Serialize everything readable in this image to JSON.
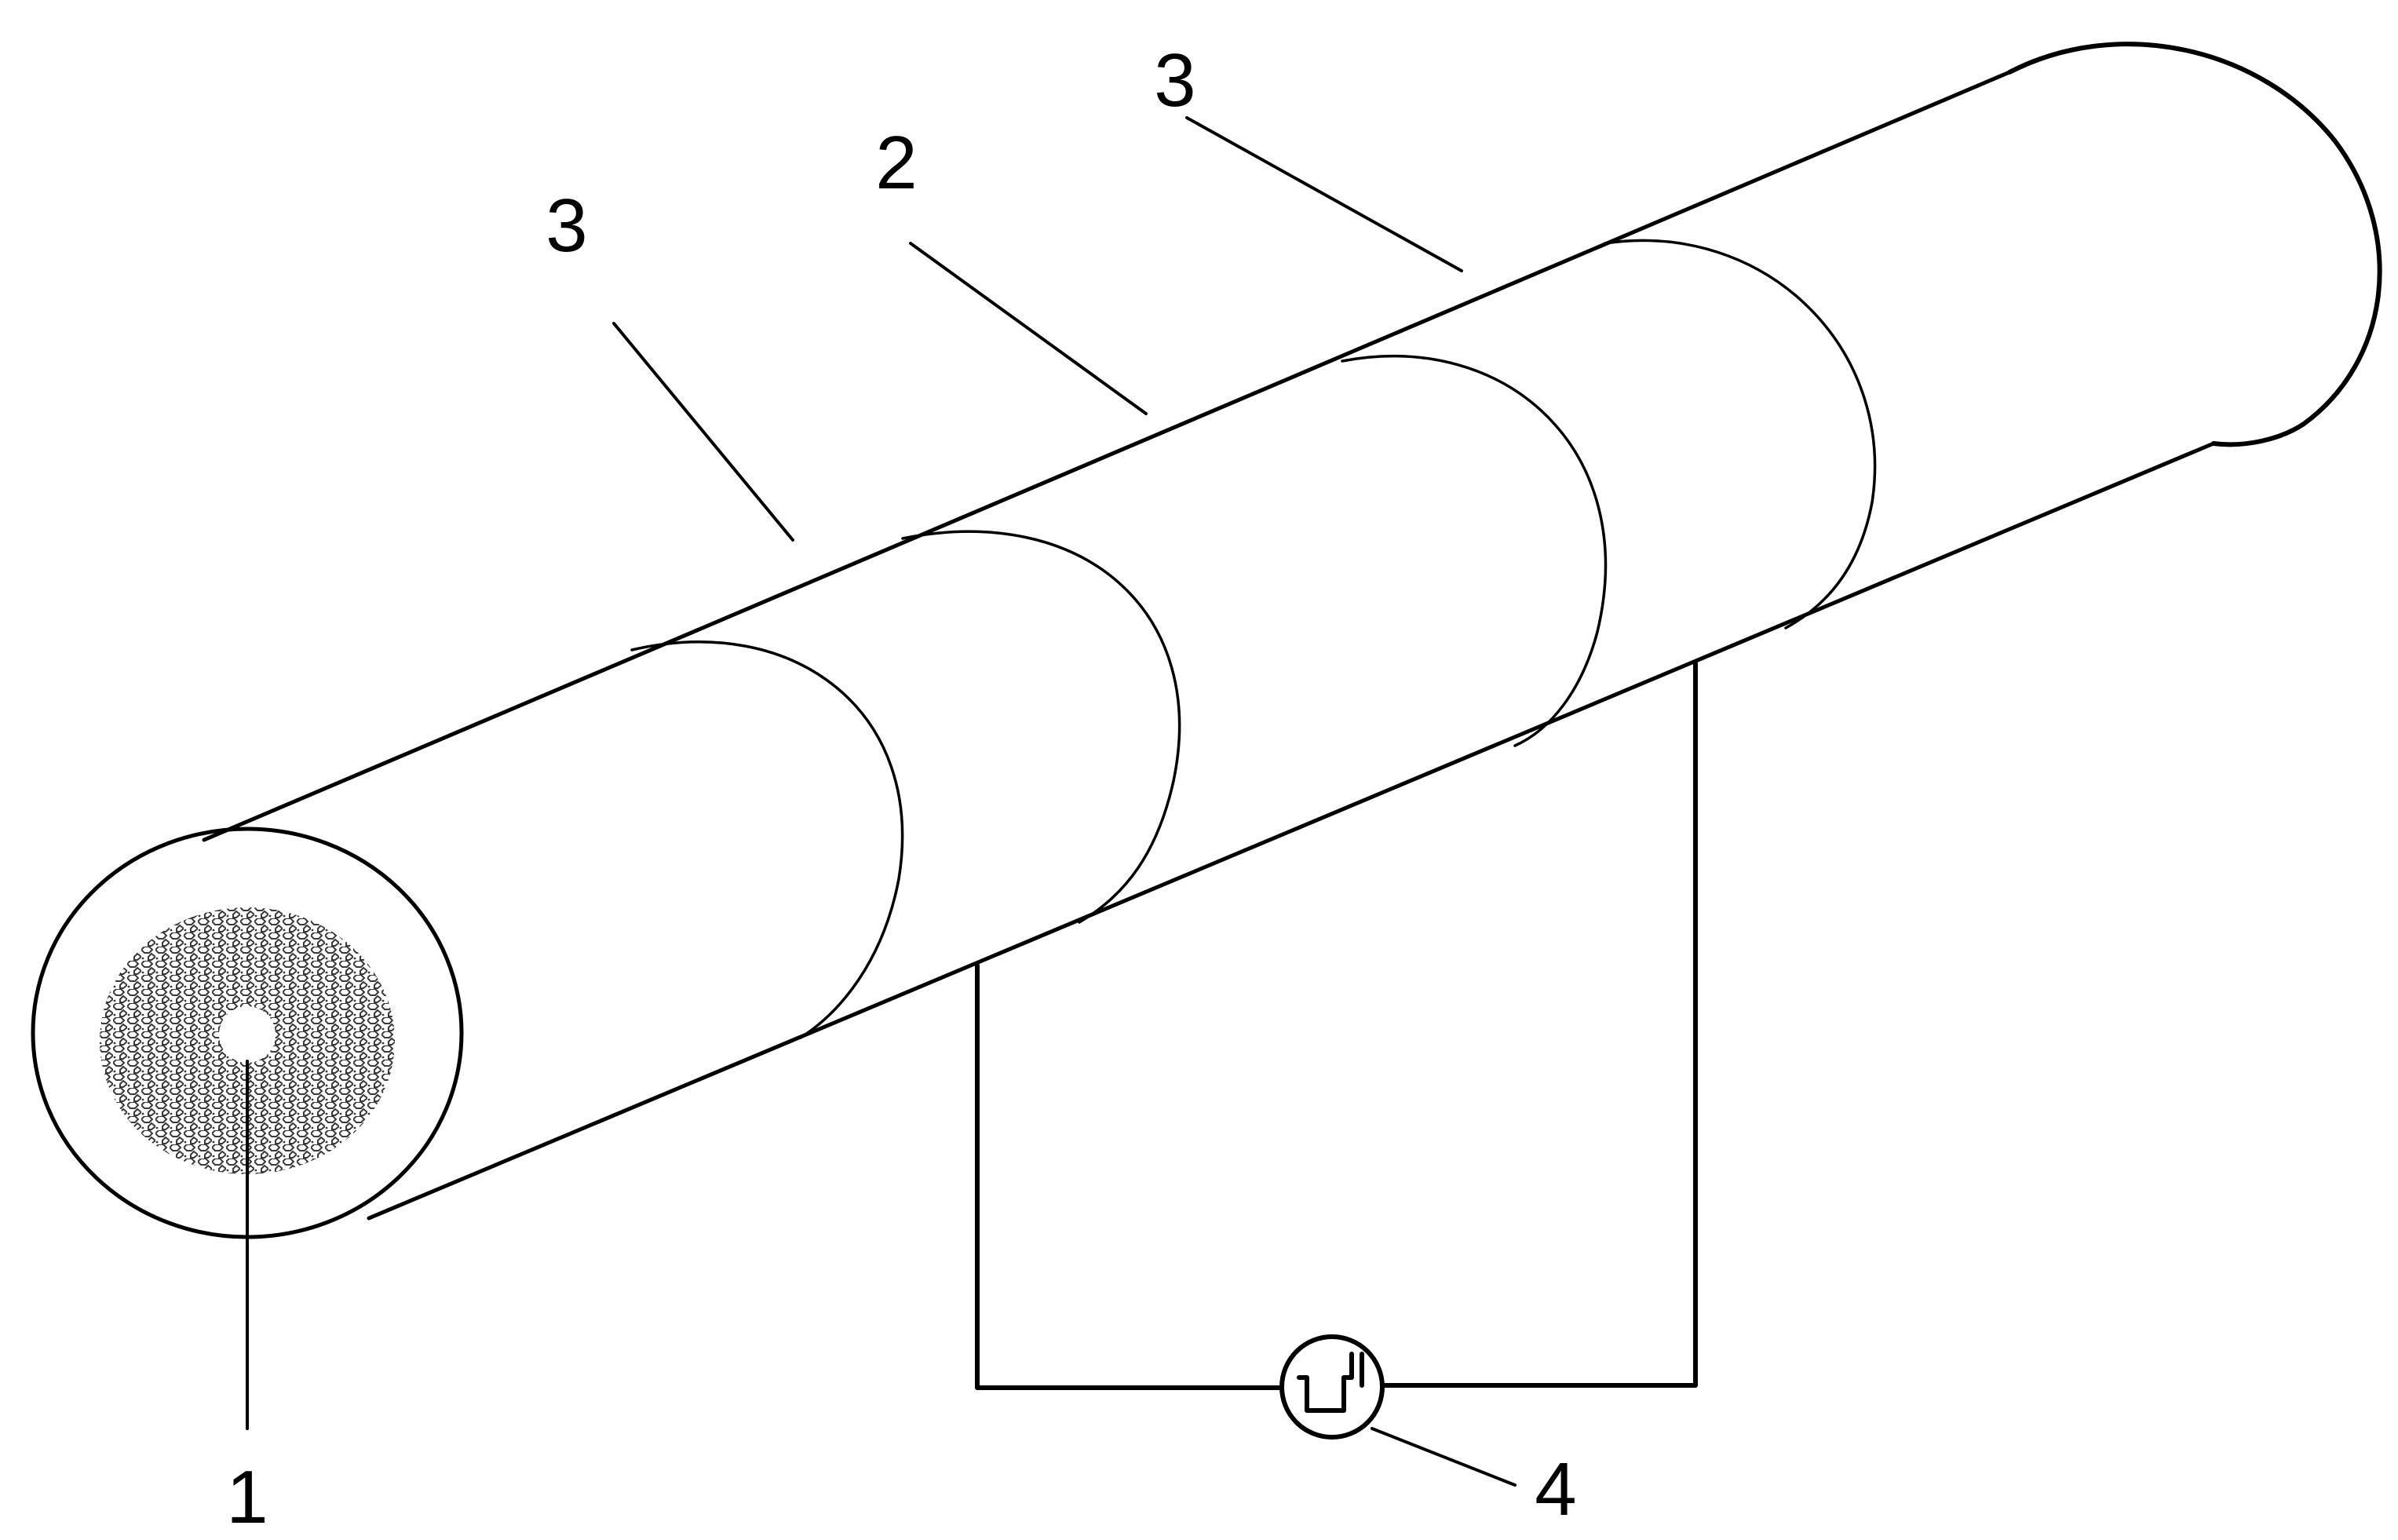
{
  "labels": {
    "core": "1",
    "middle_electrode": "2",
    "left_electrode": "3",
    "right_electrode": "3",
    "signal_source": "4"
  },
  "icons": {
    "signal_source": "square-wave-pulse-icon"
  },
  "colors": {
    "line": "#000000",
    "background": "#ffffff",
    "core_texture": "#555555"
  }
}
